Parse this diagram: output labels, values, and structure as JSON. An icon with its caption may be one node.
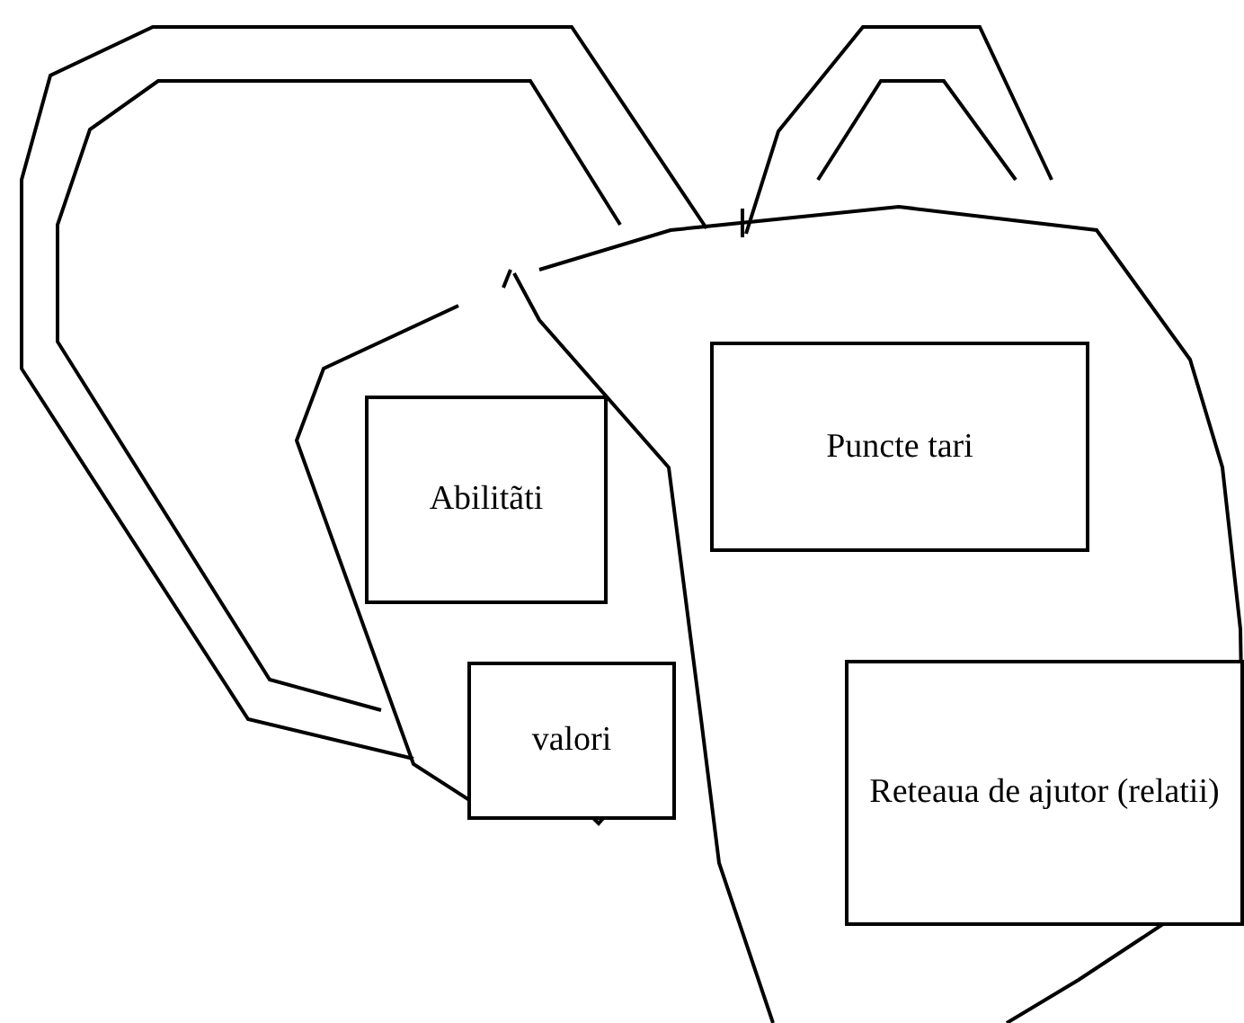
{
  "diagram": {
    "nodes": [
      {
        "text": [
          "Abilitãti"
        ]
      },
      {
        "text": [
          "Puncte tari"
        ]
      },
      {
        "text": [
          "valori"
        ]
      },
      {
        "text": [
          "Reteaua de ajutor (relatii)"
        ]
      }
    ]
  }
}
